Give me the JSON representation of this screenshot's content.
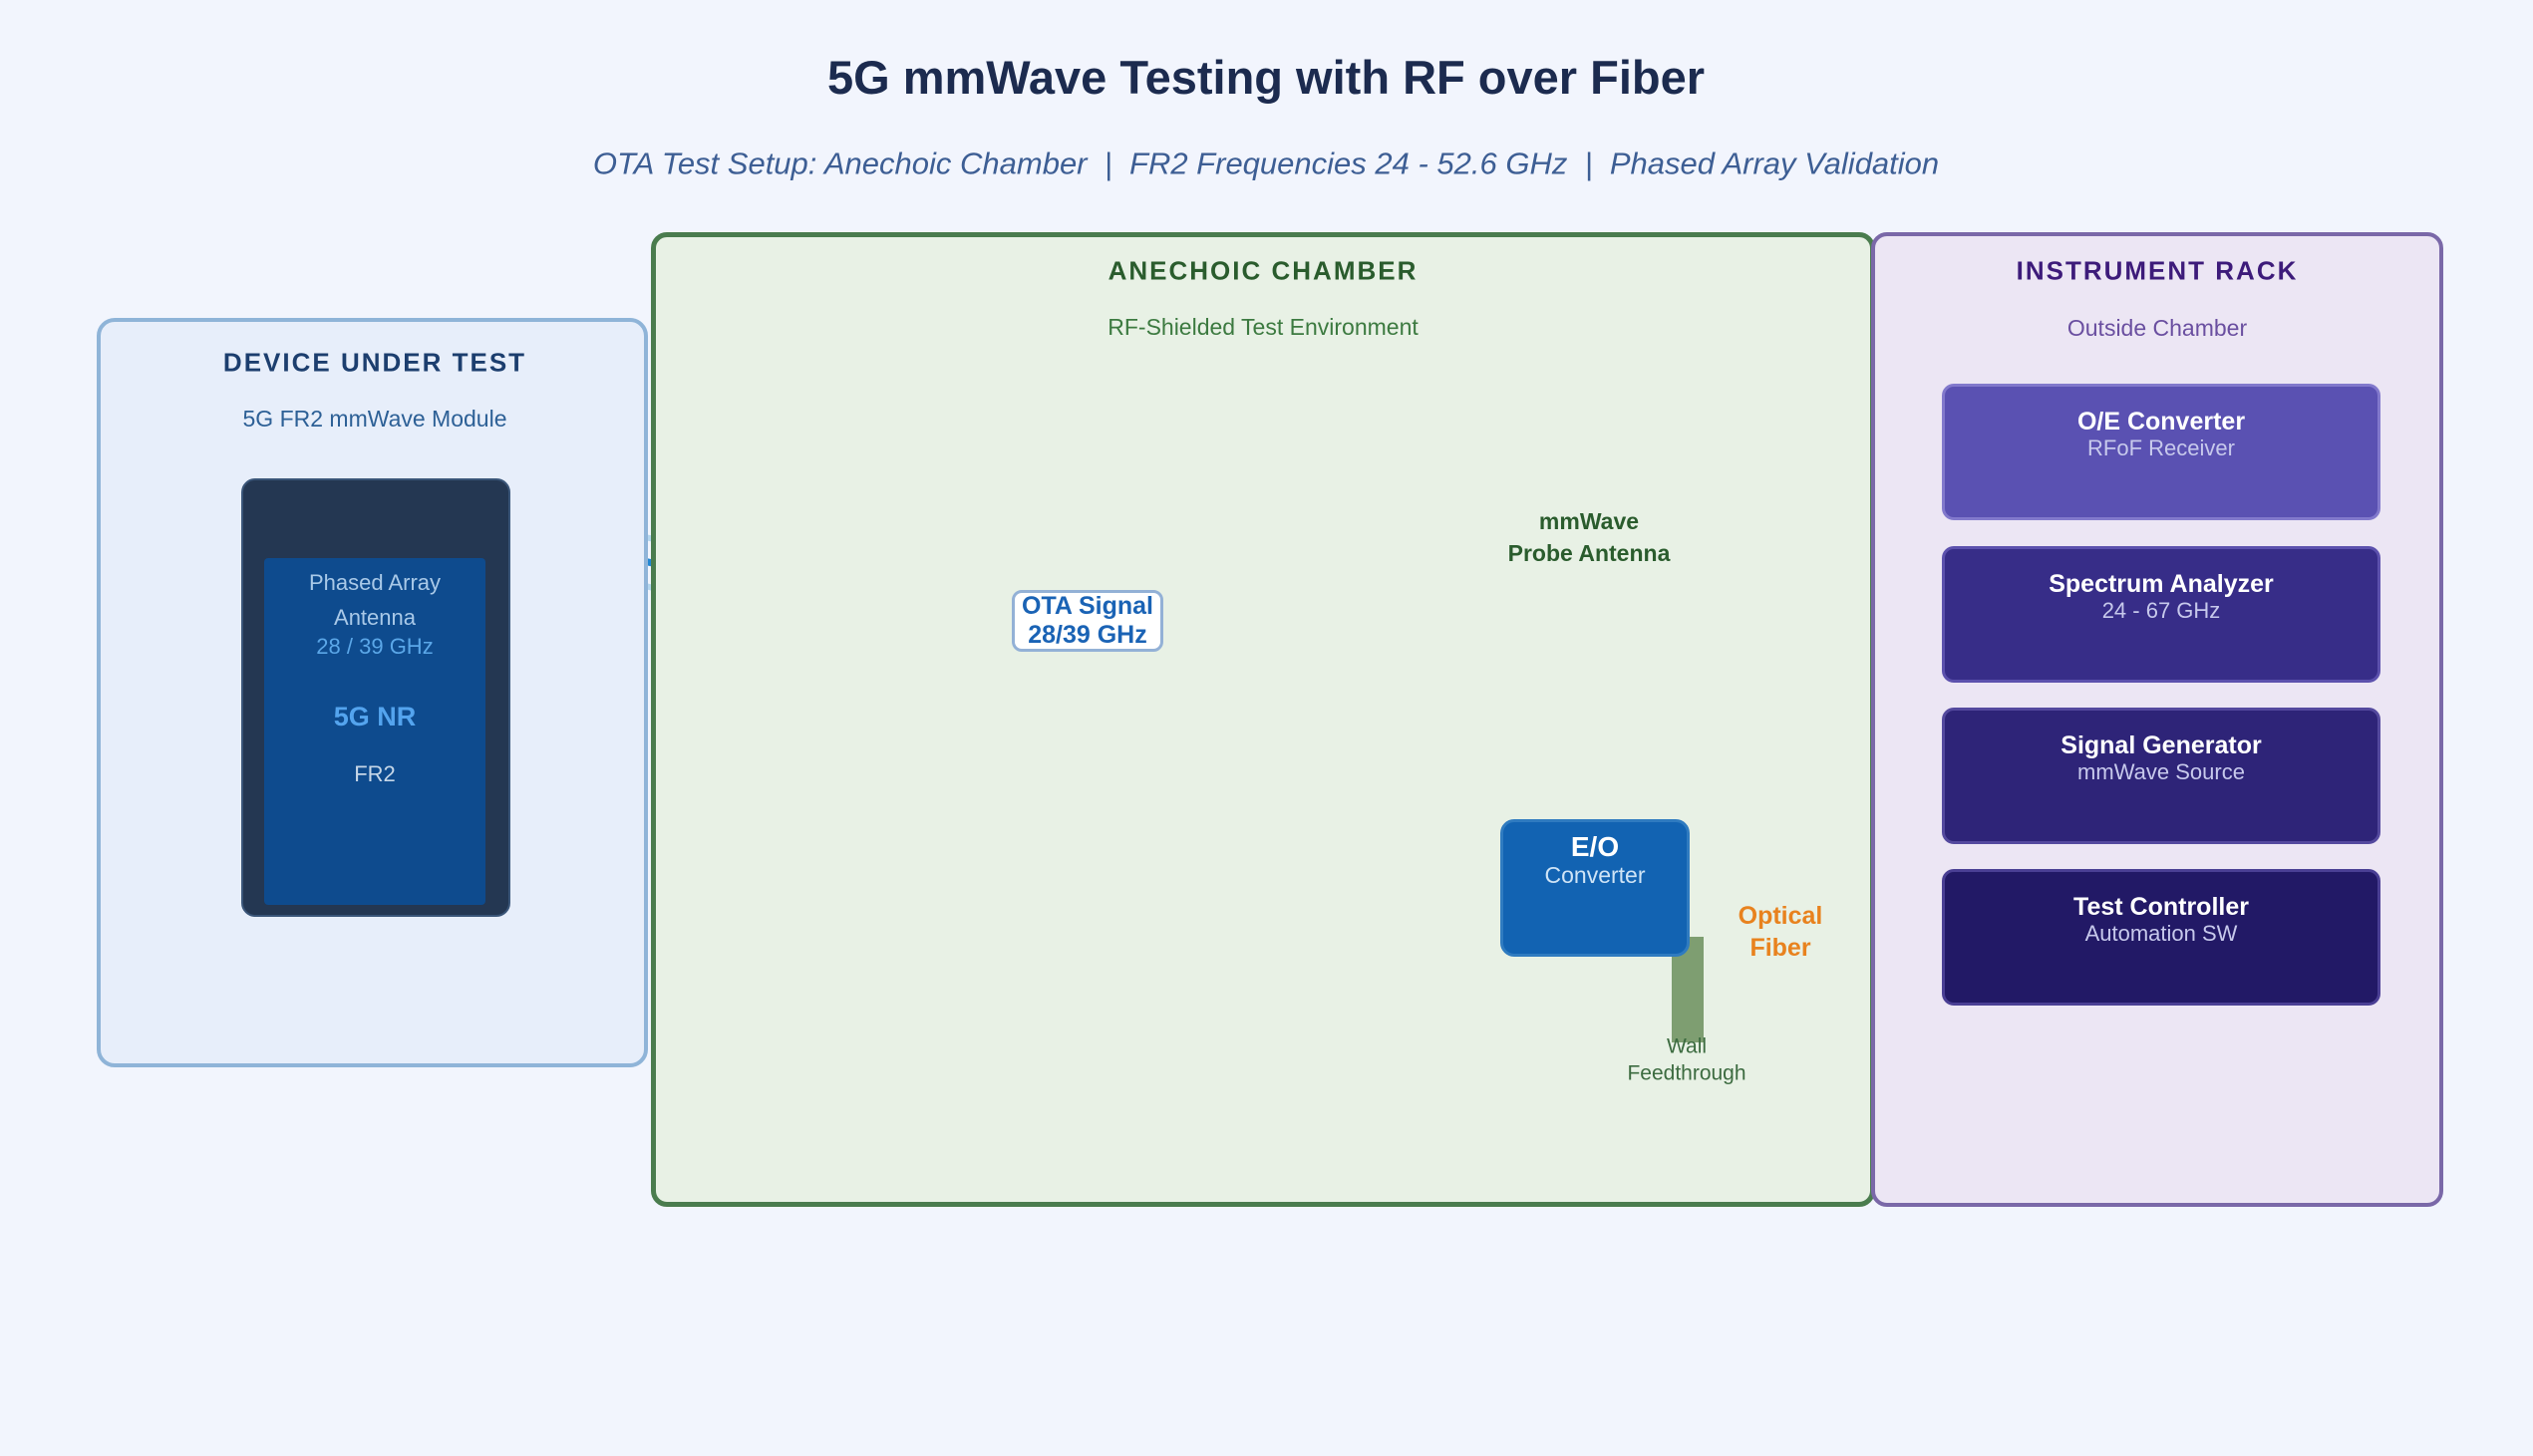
{
  "header": {
    "title": "5G mmWave Testing with RF over Fiber",
    "subtitle": "OTA Test Setup: Anechoic Chamber  |  FR2 Frequencies 24 - 52.6 GHz  |  Phased Array Validation"
  },
  "dut": {
    "header": "DEVICE UNDER TEST",
    "subheader": "5G FR2 mmWave Module",
    "device": {
      "antenna_line1": "Phased Array",
      "antenna_line2": "Antenna",
      "frequency": "28 / 39 GHz",
      "technology": "5G NR",
      "band": "FR2"
    }
  },
  "chamber": {
    "header": "ANECHOIC CHAMBER",
    "subheader": "RF-Shielded Test Environment",
    "probe_antenna": {
      "line1": "mmWave",
      "line2": "Probe Antenna"
    },
    "ota_signal": {
      "line1": "OTA Signal",
      "line2": "28/39 GHz"
    },
    "eo_converter": {
      "title": "E/O",
      "subtitle": "Converter"
    },
    "wall_feedthrough": {
      "line1": "Wall",
      "line2": "Feedthrough"
    },
    "optical_fiber": {
      "line1": "Optical",
      "line2": "Fiber"
    }
  },
  "rack": {
    "header": "INSTRUMENT RACK",
    "subheader": "Outside Chamber",
    "instruments": [
      {
        "name": "O/E Converter",
        "desc": "RFoF Receiver"
      },
      {
        "name": "Spectrum Analyzer",
        "desc": "24 - 67 GHz"
      },
      {
        "name": "Signal Generator",
        "desc": "mmWave Source"
      },
      {
        "name": "Test Controller",
        "desc": "Automation SW"
      }
    ]
  },
  "colors": {
    "page_bg": "#f2f5fd",
    "title_text": "#1c2b4f",
    "subtitle_text": "#3d5e94",
    "dut_bg": "#e7eefa",
    "dut_border": "#8fb4d8",
    "phone_body": "#243752",
    "phone_screen": "#0e4b8e",
    "antenna_element_blue": "#4da3f0",
    "beam_light": "#b5d6ee",
    "beam_solid": "#2287d3",
    "chamber_bg": "#e8f1e5",
    "chamber_border": "#4a7c4e",
    "hatch_green": "#b5ccae",
    "probe_antenna_green": "#2d5a2f",
    "eo_box_blue": "#1263b2",
    "eo_arrow_orange": "#e2711d",
    "feedthrough_green": "#7e9e71",
    "fiber_orange": "#f7a01f",
    "curve_orange": "#e8821e",
    "rack_bg": "#ece6f4",
    "rack_border": "#7a68a8",
    "rack_box_fills": [
      "#5a51b2",
      "#372d88",
      "#2e2478",
      "#221966"
    ],
    "rack_arrow": "#8a7fb5"
  }
}
